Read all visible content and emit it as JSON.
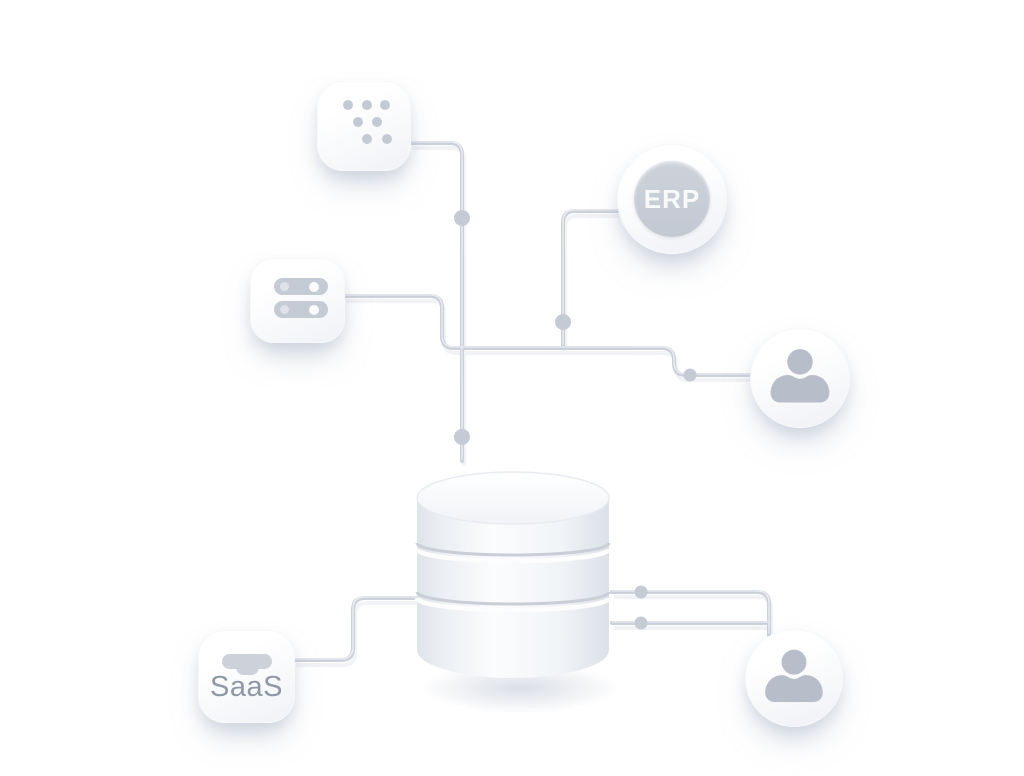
{
  "illustration": {
    "description": "data-integration-diagram",
    "colors": {
      "background": "#ffffff",
      "connector": "#cbd1da",
      "junction_dot": "#c5cbd5",
      "glyph": "#c4cad4",
      "person_glyph": "#b7bec9",
      "erp_badge": "#c8cdd6",
      "erp_label_color": "#f7f9fb",
      "saas_label_color": "#8f98a6"
    },
    "nodes": {
      "apps_grid": {
        "icon": "dots-grid-icon"
      },
      "erp": {
        "icon": "erp-badge-icon",
        "label": "ERP"
      },
      "server": {
        "icon": "server-icon"
      },
      "user_right": {
        "icon": "user-icon"
      },
      "database": {
        "icon": "database-icon"
      },
      "saas": {
        "icon": "cloud-icon",
        "label": "SaaS"
      },
      "user_bottom": {
        "icon": "user-icon"
      }
    }
  }
}
